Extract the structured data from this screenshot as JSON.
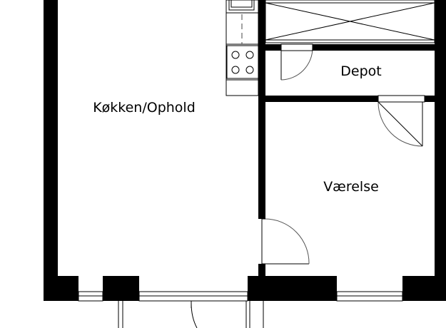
{
  "rooms": {
    "kitchen_living": "Køkken/Ophold",
    "storage": "Depot",
    "bedroom": "Værelse"
  },
  "colors": {
    "wall": "#000000",
    "background": "#ffffff"
  }
}
